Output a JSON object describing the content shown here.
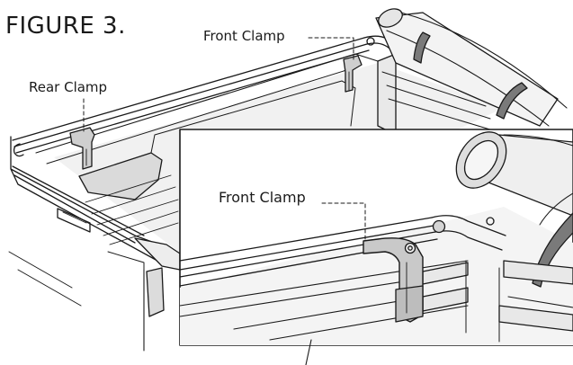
{
  "figure": {
    "title": "FIGURE 3.",
    "callouts": {
      "main_front_clamp": "Front Clamp",
      "main_rear_clamp": "Rear Clamp",
      "inset_front_clamp": "Front Clamp"
    }
  }
}
